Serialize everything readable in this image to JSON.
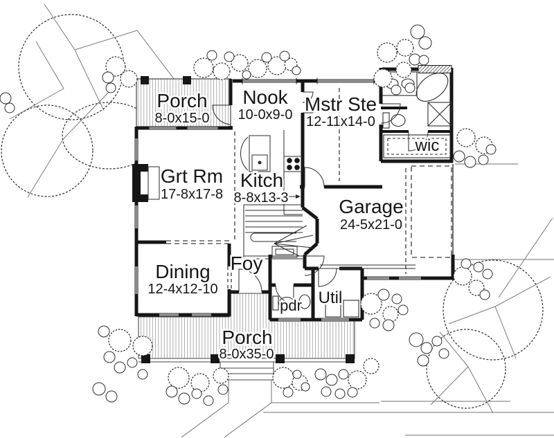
{
  "drawing": {
    "type": "architectural-floor-plan",
    "floor": "first-floor"
  },
  "colors": {
    "ink": "#161616",
    "paper": "#ffffff",
    "hatch": "#8a8a8a"
  },
  "rooms": {
    "rear_porch": {
      "label": "Porch",
      "dims": "8-0x15-0"
    },
    "nook": {
      "label": "Nook",
      "dims": "10-0x9-0"
    },
    "master_suite": {
      "label": "Mstr Ste",
      "dims": "12-11x14-0"
    },
    "walk_in_closet": {
      "label": "wic"
    },
    "great_room": {
      "label": "Grt Rm",
      "dims": "17-8x17-8"
    },
    "kitchen": {
      "label": "Kitch",
      "dims": "8-8x13-3"
    },
    "garage": {
      "label": "Garage",
      "dims": "24-5x21-0"
    },
    "dining": {
      "label": "Dining",
      "dims": "12-4x12-10"
    },
    "foyer": {
      "label": "Foy"
    },
    "powder": {
      "label": "pdr"
    },
    "utility": {
      "label": "Util"
    },
    "front_porch": {
      "label": "Porch",
      "dims": "8-0x35-0"
    }
  }
}
